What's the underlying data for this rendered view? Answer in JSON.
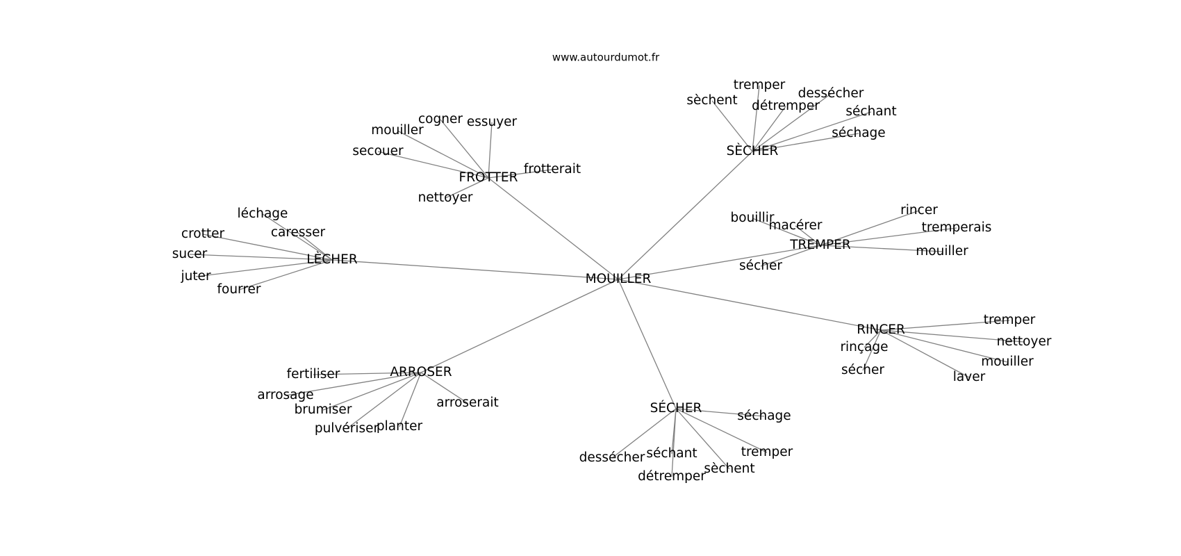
{
  "source": "www.autourdumot.fr",
  "root": "MOUILLER",
  "groups": [
    {
      "label": "SÈCHER",
      "children": [
        "sèchent",
        "tremper",
        "détremper",
        "dessécher",
        "séchant",
        "séchage"
      ]
    },
    {
      "label": "FROTTER",
      "children": [
        "cogner",
        "essuyer",
        "mouiller",
        "secouer",
        "frotterait",
        "nettoyer"
      ]
    },
    {
      "label": "LÈCHER",
      "children": [
        "léchage",
        "crotter",
        "caresser",
        "sucer",
        "juter",
        "fourrer"
      ]
    },
    {
      "label": "TREMPER",
      "children": [
        "bouillir",
        "macérer",
        "rincer",
        "tremperais",
        "mouiller",
        "sécher"
      ]
    },
    {
      "label": "RINCER",
      "children": [
        "tremper",
        "nettoyer",
        "rinçage",
        "mouiller",
        "sécher",
        "laver"
      ]
    },
    {
      "label": "ARROSER",
      "children": [
        "fertiliser",
        "arrosage",
        "brumiser",
        "arroserait",
        "pulvériser",
        "planter"
      ]
    },
    {
      "label": "SÉCHER",
      "children": [
        "séchage",
        "tremper",
        "séchant",
        "dessécher",
        "sèchent",
        "détremper"
      ]
    }
  ]
}
